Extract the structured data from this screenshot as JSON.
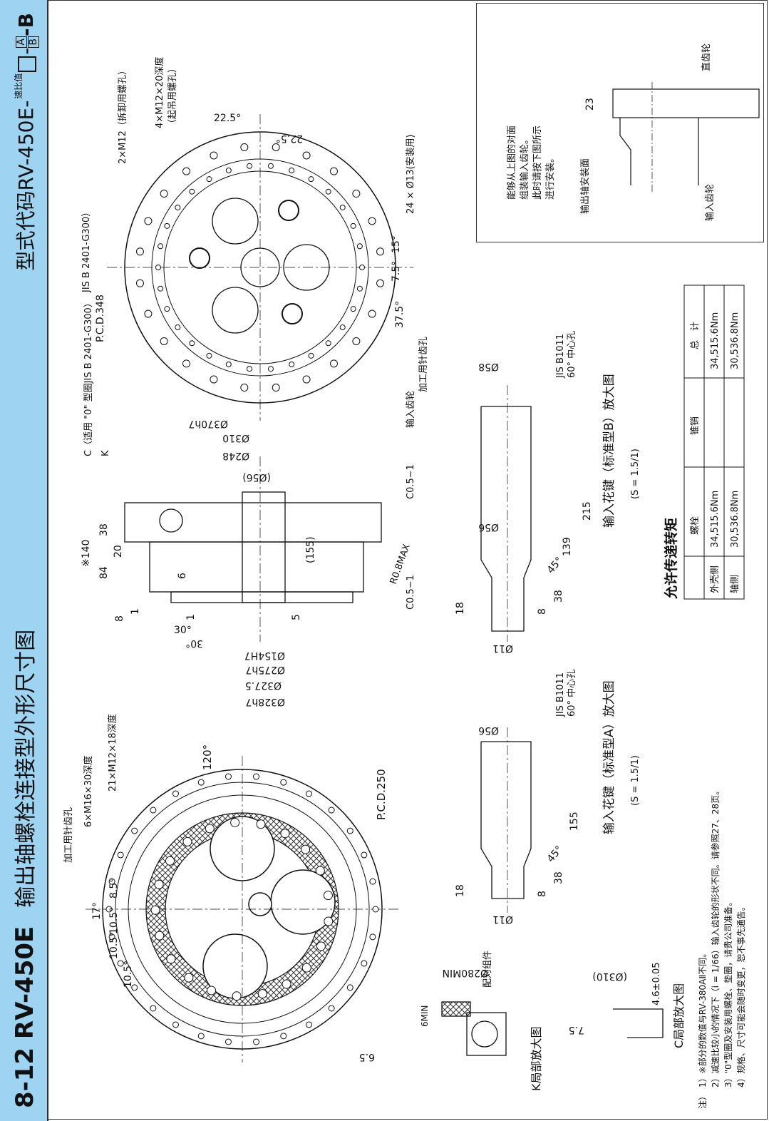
{
  "header": {
    "title": "8-12 RV-450E",
    "subtitle": "输出轴螺栓连接型外形尺寸图",
    "model_label": "型式代码RV-450E-",
    "ratio_label": "速比值",
    "suffix_a": "A",
    "suffix_b": "B",
    "suffix_tail": "-B"
  },
  "front_view_1": {
    "labels": [
      "加工用针齿孔",
      "6×M16×30深度",
      "21×M12×18深度",
      "120°",
      "P.C.D.250",
      "17°",
      "8.5°",
      "10.5°",
      "10.5°",
      "10.5°",
      "6.5"
    ]
  },
  "front_view_2": {
    "labels": [
      "2×M12（拆卸用螺孔）",
      "4×M12×20深度",
      "（起吊用螺孔）",
      "22.5°",
      "22.5°",
      "24 × Ø13(安装用)",
      "15°",
      "7.5°",
      "37.5°",
      "P.C.D.348",
      "JIS B 2401-G300）",
      "加工用针齿孔"
    ]
  },
  "side_view": {
    "labels": [
      "C（适用 \"0\" 型圈JIS B 2401-G300）",
      "K",
      "输入齿轮",
      "Ø370h7",
      "Ø310",
      "Ø248",
      "(Ø56)",
      "C0.5~1",
      "C0.5~1",
      "R0.8MAX",
      "(155)",
      "※140",
      "38",
      "20",
      "84",
      "6",
      "8",
      "1",
      "1",
      "5",
      "30°",
      "30°",
      "Ø154H7",
      "Ø275h7",
      "Ø327.5",
      "Ø328h7"
    ]
  },
  "shaft_b": {
    "title": "输入花键（标准型B）放大图",
    "scale": "(S = 1.5/1)",
    "labels": [
      "JIS B1011",
      "60° 中心孔",
      "Ø58",
      "Ø56",
      "215",
      "139",
      "45°",
      "38",
      "8",
      "18",
      "Ø11"
    ]
  },
  "shaft_a": {
    "title": "输入花键（标准型A）放大图",
    "scale": "(S = 1.5/1)",
    "labels": [
      "JIS B1011",
      "60° 中心孔",
      "Ø56",
      "155",
      "45°",
      "38",
      "8",
      "18",
      "Ø11"
    ]
  },
  "detail_k": {
    "title": "K局部放大图",
    "labels": [
      "配对组件",
      "Ø280MIN",
      "6MIN"
    ]
  },
  "detail_c": {
    "title": "C局部放大图",
    "labels": [
      "(Ø310)",
      "4.6±0.05",
      "7.5"
    ]
  },
  "torque_table": {
    "title": "允许传递转矩",
    "headers": [
      "",
      "螺栓",
      "锥销",
      "总　计"
    ],
    "rows": [
      [
        "外壳侧",
        "34,515.6Nm",
        "",
        "34,515.6Nm"
      ],
      [
        "轴侧",
        "30,536.8Nm",
        "",
        "30,536.8Nm"
      ]
    ]
  },
  "install_note": {
    "lines": [
      "能够从上图的对面",
      "组装输入齿轮。",
      "此时请按下图所示",
      "进行安装。"
    ],
    "labels": [
      "直齿轮",
      "23",
      "输出轴安装面",
      "输入齿轮"
    ]
  },
  "footnotes": {
    "prefix": "注）",
    "items": [
      "1）※部分的数值与RV-380AⅡ不同。",
      "2）减速比较小的情况下（i = 1/66）输入齿轮的形状不同。请参照27、28页。",
      "3）\"0\"型圈及安装用螺栓、垫圈，请贵公司准备。",
      "4）规格、尺寸可能会随时变更，恕不事先通告。"
    ]
  }
}
